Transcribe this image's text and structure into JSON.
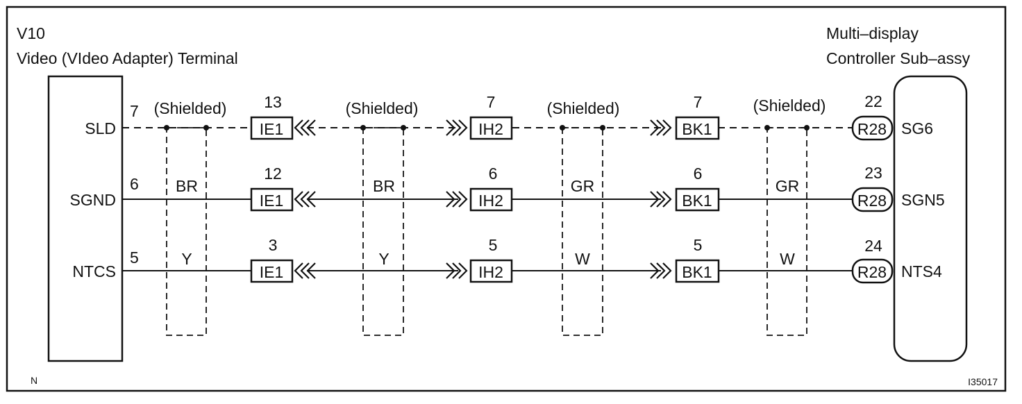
{
  "left_component": {
    "code": "V10",
    "name": "Video (VIdeo Adapter) Terminal",
    "pins": [
      "SLD",
      "SGND",
      "NTCS"
    ],
    "pin_numbers": [
      "7",
      "6",
      "5"
    ]
  },
  "right_component": {
    "name_line1": "Multi–display",
    "name_line2": "Controller Sub–assy",
    "pins": [
      "SG6",
      "SGN5",
      "NTS4"
    ],
    "pin_numbers": [
      "22",
      "23",
      "24"
    ],
    "connector": "R28"
  },
  "shield_label": "(Shielded)",
  "connectors": [
    {
      "name": "IE1",
      "pins": [
        "13",
        "12",
        "3"
      ]
    },
    {
      "name": "IH2",
      "pins": [
        "7",
        "6",
        "5"
      ]
    },
    {
      "name": "BK1",
      "pins": [
        "7",
        "6",
        "5"
      ]
    }
  ],
  "segments": [
    {
      "colors": [
        "BR",
        "Y"
      ]
    },
    {
      "colors": [
        "BR",
        "Y"
      ]
    },
    {
      "colors": [
        "GR",
        "W"
      ]
    },
    {
      "colors": [
        "GR",
        "W"
      ]
    }
  ],
  "footer": {
    "left": "N",
    "right": "I35017"
  }
}
